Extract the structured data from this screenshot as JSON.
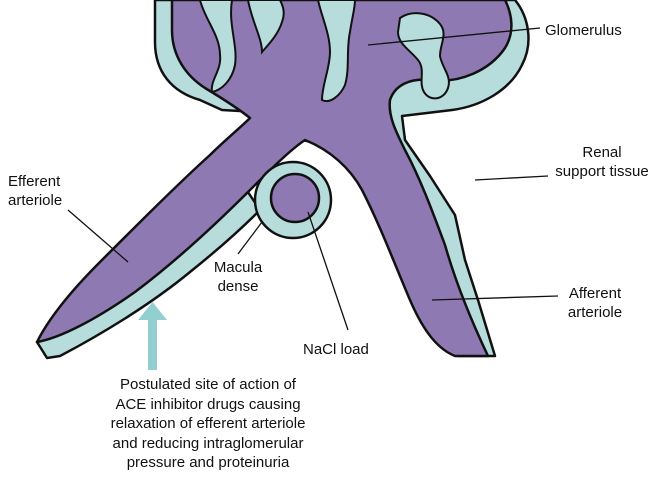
{
  "colors": {
    "vessel": "#8f79b2",
    "tissue": "#b7dcdc",
    "outline": "#111111",
    "arrow": "#93cfd1",
    "background": "#ffffff"
  },
  "labels": {
    "glomerulus": "Glomerulus",
    "renal_support_tissue": [
      "Renal",
      "support tissue"
    ],
    "efferent_arteriole": [
      "Efferent",
      "arteriole"
    ],
    "afferent_arteriole": [
      "Afferent",
      "arteriole"
    ],
    "macula_dense": [
      "Macula",
      "dense"
    ],
    "nacl_load": "NaCl load",
    "caption": [
      "Postulated site of action of",
      "ACE inhibitor drugs causing",
      "relaxation of efferent arteriole",
      "and reducing intraglomerular",
      "pressure and proteinuria"
    ]
  },
  "icons": [
    "up-arrow-icon"
  ]
}
